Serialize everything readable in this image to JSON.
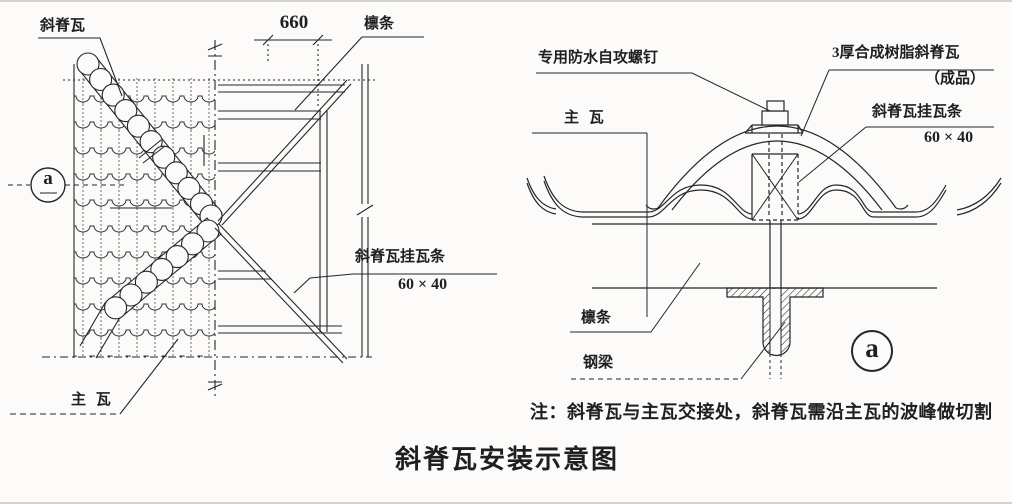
{
  "page": {
    "title_caption": "斜脊瓦安装示意图",
    "note": "注：斜脊瓦与主瓦交接处，斜脊瓦需沿主瓦的波峰做切割"
  },
  "plan_view": {
    "labels": {
      "hip_tile": "斜脊瓦",
      "purlin_spacing": "660",
      "purlin": "檩条",
      "hip_tile_batten": "斜脊瓦挂瓦条",
      "hip_tile_batten_size": "60 × 40",
      "main_tile": "主 瓦",
      "detail_mark": "a"
    }
  },
  "section_view": {
    "labels": {
      "screw": "专用防水自攻螺钉",
      "hip_tile": "3厚合成树脂斜脊瓦",
      "hip_tile_finished": "（成品）",
      "main_tile": "主 瓦",
      "hip_tile_batten": "斜脊瓦挂瓦条",
      "hip_tile_batten_size": "60 × 40",
      "purlin": "檩条",
      "steel_beam": "钢梁",
      "detail_mark": "a"
    }
  },
  "colors": {
    "ink": "#1f1f1f",
    "paper": "#fcfbf9"
  }
}
